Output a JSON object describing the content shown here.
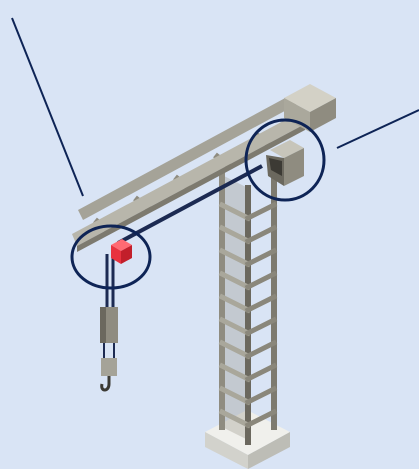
{
  "diagram": {
    "subject": "tower crane",
    "callouts": [
      {
        "id": "trolley",
        "label": ""
      },
      {
        "id": "cab",
        "label": ""
      },
      {
        "id": "jib",
        "label": ""
      }
    ]
  },
  "colors": {
    "background": "#d9e4f5",
    "steel_light": "#b8b6ab",
    "steel_mid": "#8f8c80",
    "steel_dark": "#6b685e",
    "cable": "#1c2a52",
    "callout_line": "#0e2456",
    "trolley_red": "#e8323f",
    "base": "#e4e4e0"
  }
}
